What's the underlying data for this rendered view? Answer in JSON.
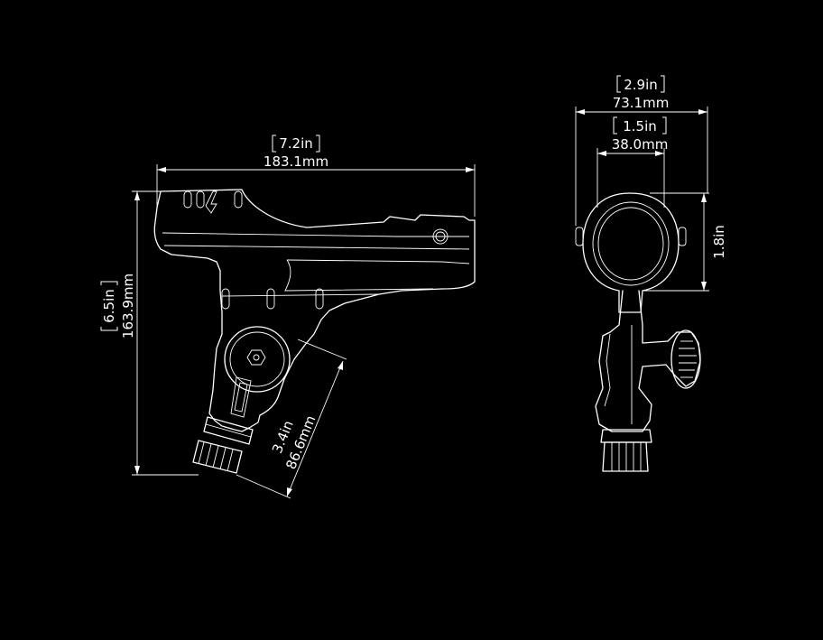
{
  "dimensions": {
    "side_width": {
      "inches": "7.2in",
      "mm": "183.1mm"
    },
    "side_height": {
      "inches": "6.5in",
      "mm": "163.9mm"
    },
    "mount_length": {
      "inches": "3.4in",
      "mm": "86.6mm"
    },
    "front_outer_width": {
      "inches": "2.9in",
      "mm": "73.1mm"
    },
    "front_inner_width": {
      "inches": "1.5in",
      "mm": "38.0mm"
    },
    "front_height": {
      "inches": "1.8in"
    }
  }
}
